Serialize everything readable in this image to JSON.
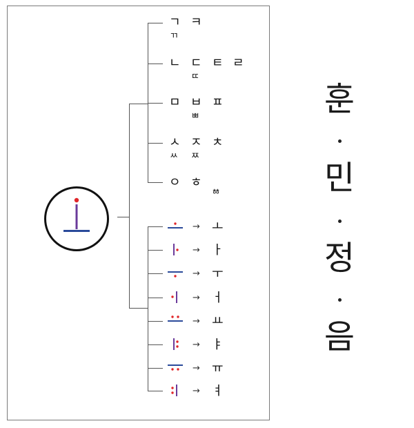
{
  "consonants": {
    "velar": {
      "main": [
        "ㄱ",
        "ㅋ"
      ],
      "sub": [
        "ㄲ"
      ]
    },
    "alveolar": {
      "main": [
        "ㄴ",
        "ㄷ",
        "ㅌ",
        "ㄹ"
      ],
      "sub": [
        "ㄸ"
      ]
    },
    "labial": {
      "main": [
        "ㅁ",
        "ㅂ",
        "ㅍ"
      ],
      "sub": [
        "ㅃ"
      ]
    },
    "sibilant": {
      "main": [
        "ㅅ",
        "ㅈ",
        "ㅊ"
      ],
      "sub": [
        "ㅆ",
        "ㅉ"
      ]
    },
    "glottal": {
      "main": [
        "ㅇ",
        "ㅎ"
      ],
      "sub": [
        "ㆅ"
      ]
    }
  },
  "vowels": [
    {
      "result": "ㅗ"
    },
    {
      "result": "ㅏ"
    },
    {
      "result": "ㅜ"
    },
    {
      "result": "ㅓ"
    },
    {
      "result": "ㅛ"
    },
    {
      "result": "ㅑ"
    },
    {
      "result": "ㅠ"
    },
    {
      "result": "ㅕ"
    }
  ],
  "arrow": "→",
  "title": [
    "훈",
    "민",
    "정",
    "음"
  ],
  "colors": {
    "dot": "#e0262a",
    "bar": "#2a4a9a",
    "line": "#555555",
    "frame": "#7a7a7a"
  }
}
